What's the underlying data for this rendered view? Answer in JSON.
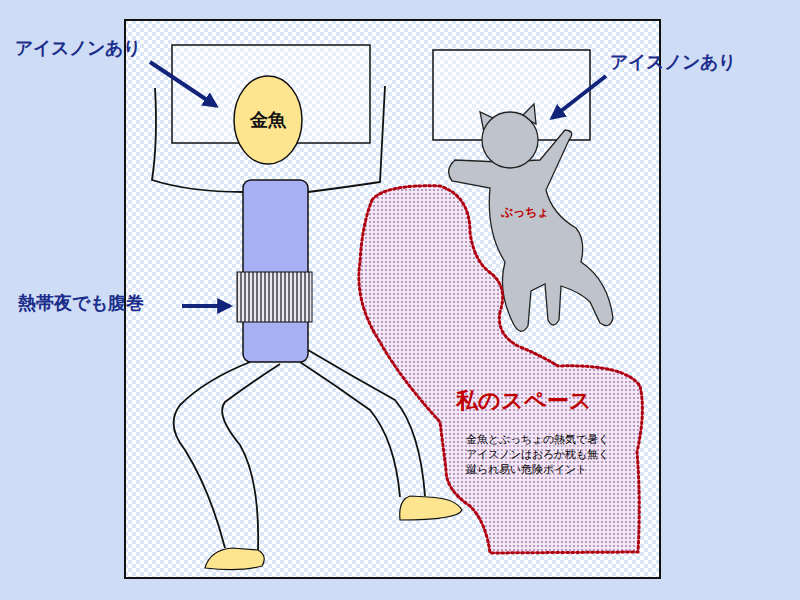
{
  "diagram": {
    "nodes": [
      {
        "text": [
          "金魚"
        ]
      },
      {
        "text": [
          "ぶっちょ"
        ]
      },
      {
        "text": [
          "私のスペース",
          "金魚とぶっちょの熱気で暑く アイスノンはおろか枕も無く 蹴られ易い危険ポイント"
        ]
      }
    ],
    "labels": [
      "アイスノンあり",
      "アイスノンあり",
      "熱帯夜でも腹巻"
    ]
  }
}
